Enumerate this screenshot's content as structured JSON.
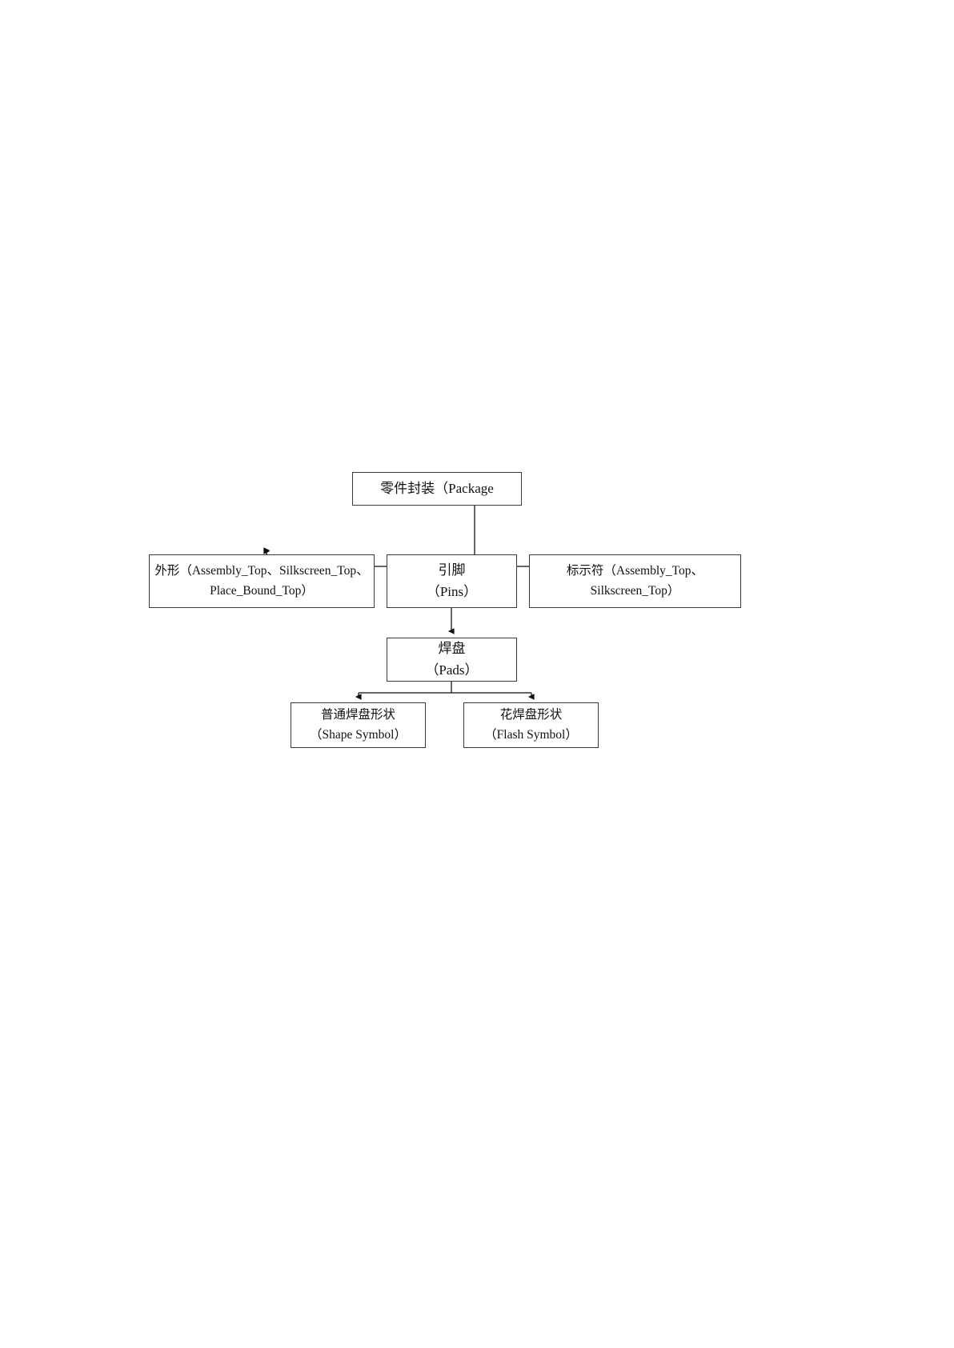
{
  "document": {
    "type": "hierarchy-diagram",
    "language": "zh-CN",
    "background_color": "#ffffff",
    "line_color": "#333333",
    "text_color": "#111111"
  },
  "diagram": {
    "title": "",
    "nodes": {
      "package": {
        "id": "package",
        "lines": [
          "零件封装（Package"
        ],
        "level": 0
      },
      "outline": {
        "id": "outline",
        "lines": [
          "外形（Assembly_Top、Silkscreen_Top、",
          "Place_Bound_Top）"
        ],
        "level": 1
      },
      "pins": {
        "id": "pins",
        "lines": [
          "引脚",
          "（Pins）"
        ],
        "level": 1
      },
      "designator": {
        "id": "designator",
        "lines": [
          "标示符（Assembly_Top、",
          "Silkscreen_Top）"
        ],
        "level": 1
      },
      "pads": {
        "id": "pads",
        "lines": [
          "焊盘",
          "（Pads）"
        ],
        "level": 2
      },
      "shape_symbol": {
        "id": "shape_symbol",
        "lines": [
          "普通焊盘形状",
          "（Shape Symbol）"
        ],
        "level": 3
      },
      "flash_symbol": {
        "id": "flash_symbol",
        "lines": [
          "花焊盘形状",
          "（Flash Symbol）"
        ],
        "level": 3
      }
    },
    "edges": [
      {
        "from": "package",
        "to": "outline",
        "style": "orthogonal-arrow"
      },
      {
        "from": "package",
        "to": "pins",
        "style": "orthogonal-arrow"
      },
      {
        "from": "package",
        "to": "designator",
        "style": "orthogonal-arrow"
      },
      {
        "from": "pins",
        "to": "pads",
        "style": "straight-arrow"
      },
      {
        "from": "pads",
        "to": "shape_symbol",
        "style": "orthogonal-arrow"
      },
      {
        "from": "pads",
        "to": "flash_symbol",
        "style": "orthogonal-arrow"
      }
    ]
  }
}
